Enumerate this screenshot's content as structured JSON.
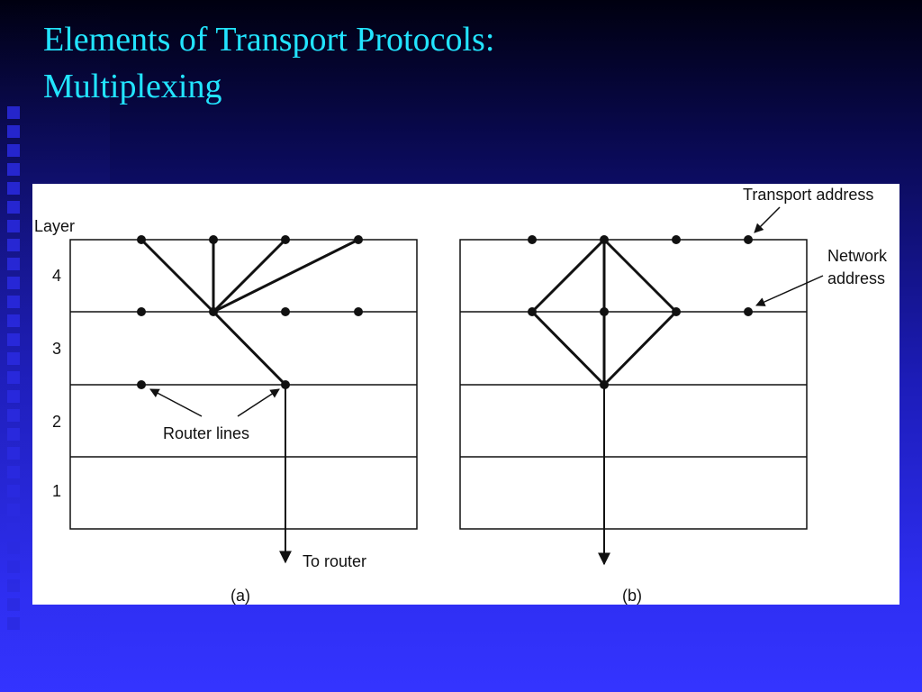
{
  "slide": {
    "title_line1": "Elements of Transport Protocols:",
    "title_line2": "Multiplexing",
    "title_color": "#22e4ff",
    "background_color": "#2e2ef2"
  },
  "diagram": {
    "layer_heading": "Layer",
    "layers": [
      "4",
      "3",
      "2",
      "1"
    ],
    "router_lines_label": "Router lines",
    "to_router_label": "To router",
    "transport_address_label": "Transport address",
    "network_address_label_line1": "Network",
    "network_address_label_line2": "address",
    "caption_a": "(a)",
    "caption_b": "(b)"
  }
}
